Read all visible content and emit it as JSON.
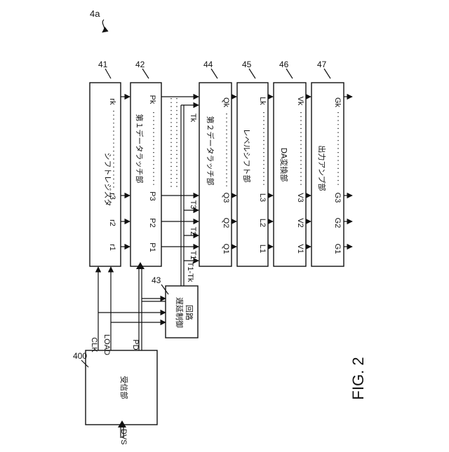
{
  "figure": {
    "ref": "4a",
    "caption": "FIG. 2"
  },
  "blocks": {
    "shift_register": {
      "ref": "41",
      "label": "シフトレジスタ",
      "pins": [
        "r1",
        "r2",
        "r3",
        "rk"
      ]
    },
    "first_latch": {
      "ref": "42",
      "label": "第１データラッチ部",
      "pins": [
        "P1",
        "P2",
        "P3",
        "Pk"
      ]
    },
    "delay_control": {
      "ref": "43",
      "label_line1": "遅延制御",
      "label_line2": "回路"
    },
    "second_latch": {
      "ref": "44",
      "label": "第２データラッチ部",
      "pins": [
        "Q1",
        "Q2",
        "Q3",
        "Qk"
      ]
    },
    "level_shift": {
      "ref": "45",
      "label": "レベルシフト部",
      "pins": [
        "L1",
        "L2",
        "L3",
        "Lk"
      ]
    },
    "da_converter": {
      "ref": "46",
      "label": "DA変換部",
      "pins": [
        "V1",
        "V2",
        "V3",
        "Vk"
      ]
    },
    "output_amp": {
      "ref": "47",
      "label": "出力アンプ部",
      "pins": [
        "G1",
        "G2",
        "G3",
        "Gk"
      ]
    },
    "receiver": {
      "ref": "400",
      "label": "受信部"
    }
  },
  "signals": {
    "dvs": "DVS",
    "clk": "CLK",
    "load": "LOAD",
    "pd": "PD",
    "bus_label": "T1-Tk",
    "t": [
      "T1",
      "T2",
      "T3",
      "Tk"
    ]
  }
}
